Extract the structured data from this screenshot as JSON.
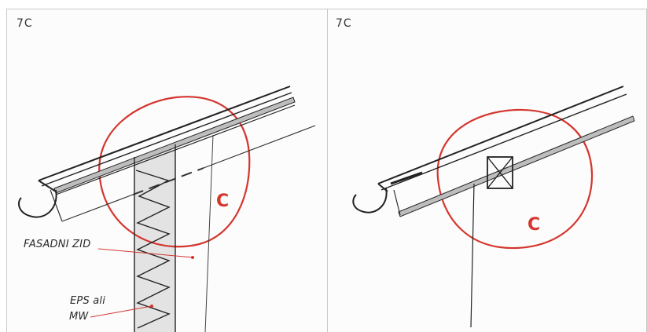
{
  "panels": [
    {
      "code": "7C",
      "detail_letter": "C",
      "labels": {
        "wall": "FASADNI ZID",
        "insulation_line1": "EPS",
        "insulation_connector": "ali",
        "insulation_line2": "MW"
      }
    },
    {
      "code": "7C",
      "detail_letter": "C"
    }
  ],
  "colors": {
    "circle": "#d4362e",
    "ink": "#2a2a2a",
    "shade": "#e6e6e6"
  }
}
